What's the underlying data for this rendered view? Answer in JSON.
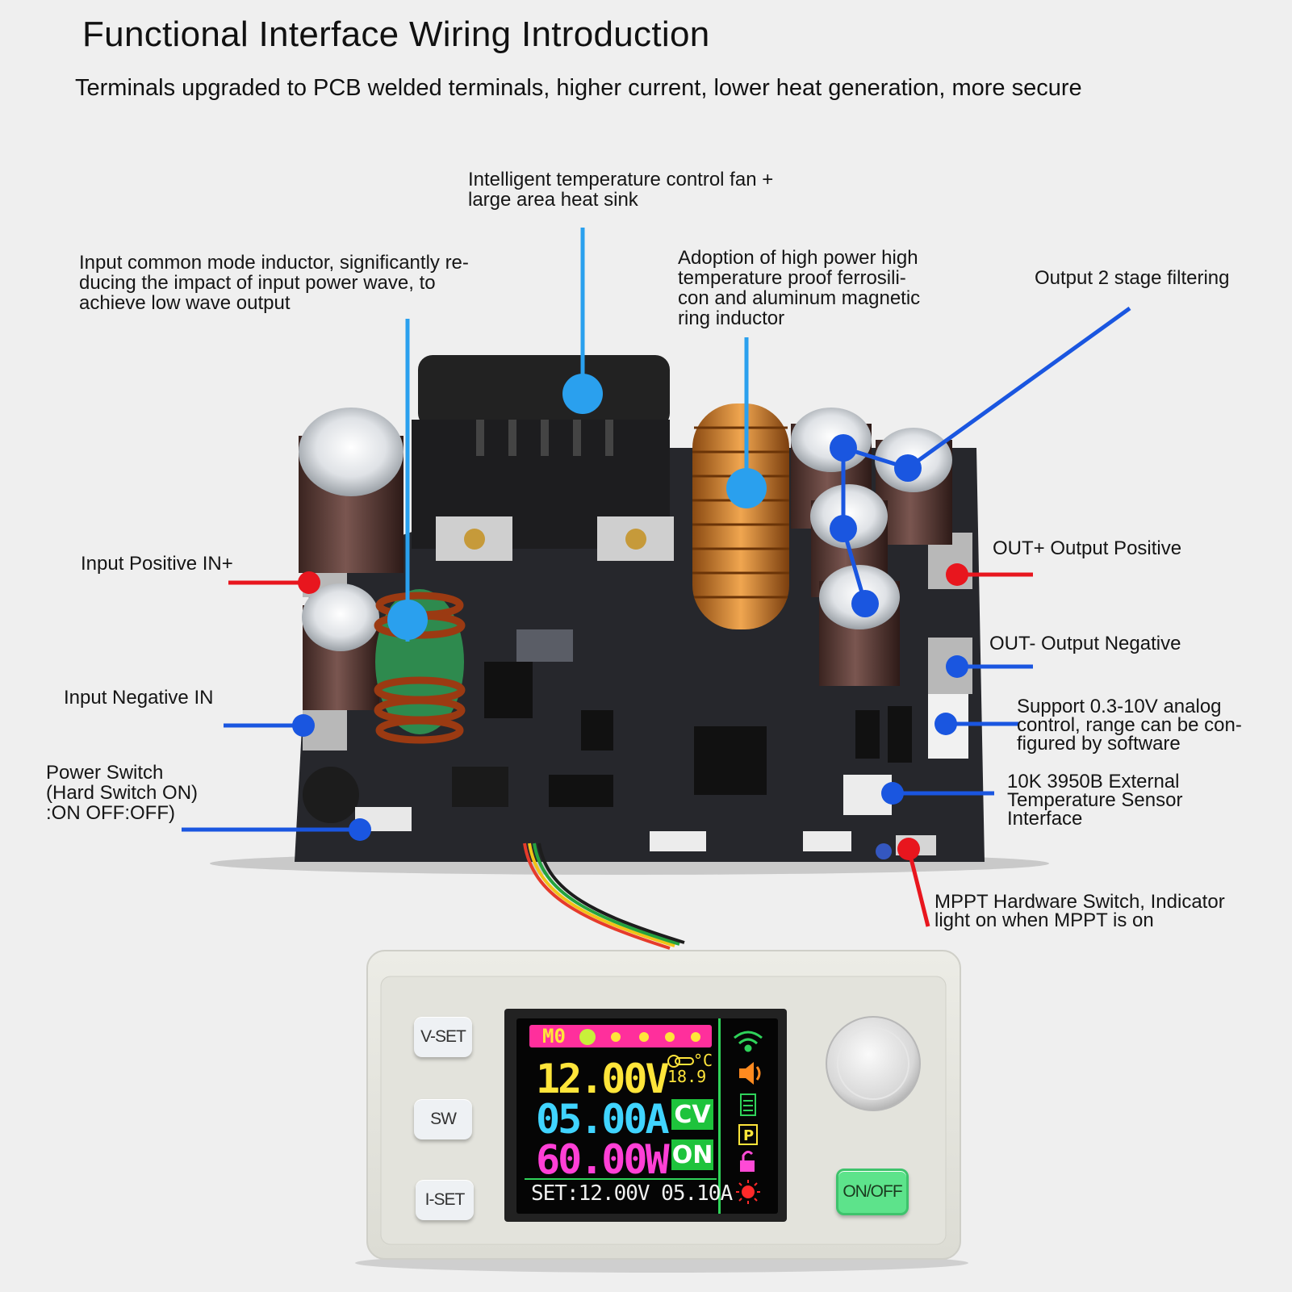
{
  "header": {
    "title": "Functional Interface Wiring Introduction",
    "subtitle": "Terminals upgraded to PCB welded terminals, higher current, lower heat generation, more secure"
  },
  "callouts": {
    "fan": "Intelligent temperature control fan +\nlarge area heat sink",
    "inductor_common": "Input common mode inductor, significantly re-\nducing the impact of input power wave, to\nachieve low wave output",
    "inductor_ring": "Adoption of high power high\ntemperature proof ferrosili-\ncon and aluminum magnetic\nring inductor",
    "output_filter": "Output 2 stage filtering",
    "in_pos": "Input Positive IN+",
    "in_neg": "Input Negative IN",
    "power_switch": "Power Switch\n(Hard Switch ON)\n:ON OFF:OFF)",
    "out_pos": "OUT+ Output Positive",
    "out_neg": "OUT- Output Negative",
    "analog": "Support 0.3-10V analog\ncontrol, range can be con-\nfigured by software",
    "temp_sensor": "10K 3950B External\nTemperature Sensor\nInterface",
    "mppt": "MPPT Hardware Switch, Indicator\nlight on when MPPT is on"
  },
  "panel": {
    "vset_label": "V-SET",
    "sw_label": "SW",
    "iset_label": "I-SET",
    "onoff_label": "ON/OFF"
  },
  "lcd": {
    "mode": "M0",
    "voltage": "12.00V",
    "current": "05.00A",
    "power": "60.00W",
    "temperature": "18.9",
    "temp_unit": "°C",
    "cv_tag": "CV",
    "on_tag": "ON",
    "set_line": "SET:12.00V 05.10A"
  },
  "colors": {
    "callout_blue": "#1a6fe0",
    "fan_blue": "#2aa0ee",
    "callout_red": "#e8161e",
    "pcb": "#24252a"
  },
  "icons": [
    "wifi-icon",
    "speaker-icon",
    "battery-icon",
    "p-icon",
    "unlock-icon",
    "sun-icon",
    "thermometer-icon"
  ]
}
